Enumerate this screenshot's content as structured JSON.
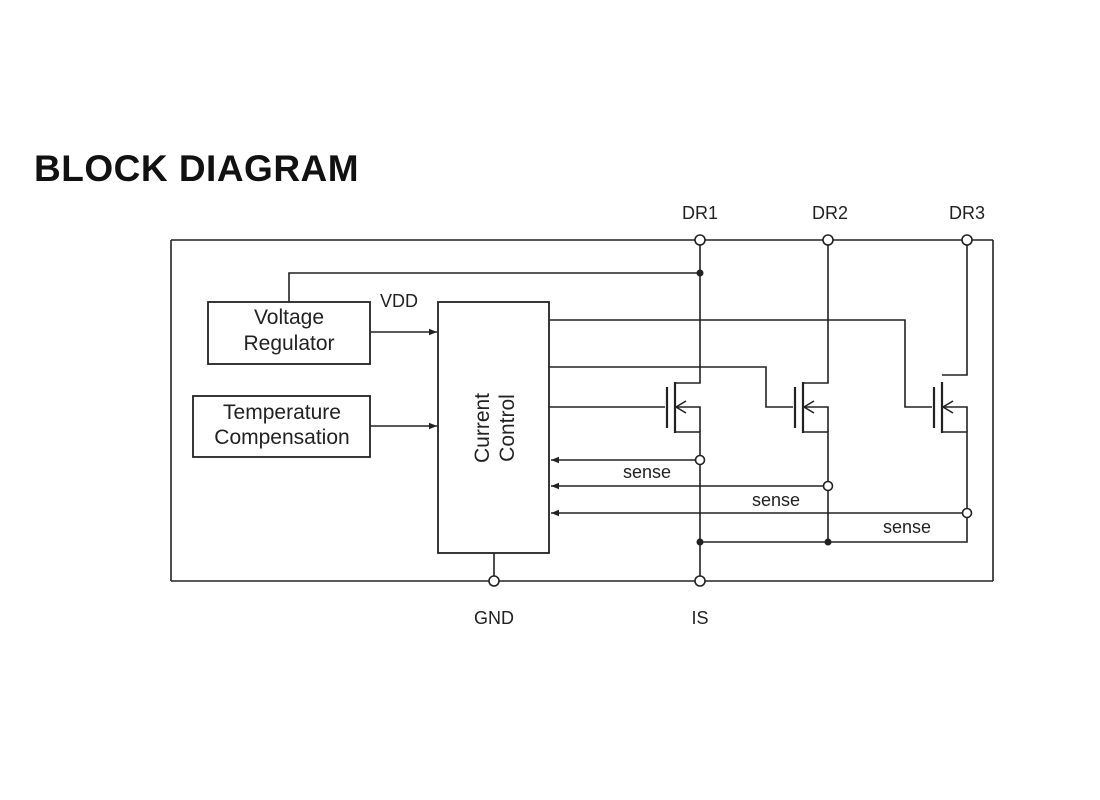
{
  "title": "BLOCK DIAGRAM",
  "pins": {
    "dr1": "DR1",
    "dr2": "DR2",
    "dr3": "DR3",
    "gnd": "GND",
    "is": "IS"
  },
  "blocks": {
    "voltage_regulator": [
      "Voltage",
      "Regulator"
    ],
    "temperature_compensation": [
      "Temperature",
      "Compensation"
    ],
    "current_control": [
      "Current",
      "Control"
    ]
  },
  "signals": {
    "vdd": "VDD",
    "sense_1": "sense",
    "sense_2": "sense",
    "sense_3": "sense"
  }
}
